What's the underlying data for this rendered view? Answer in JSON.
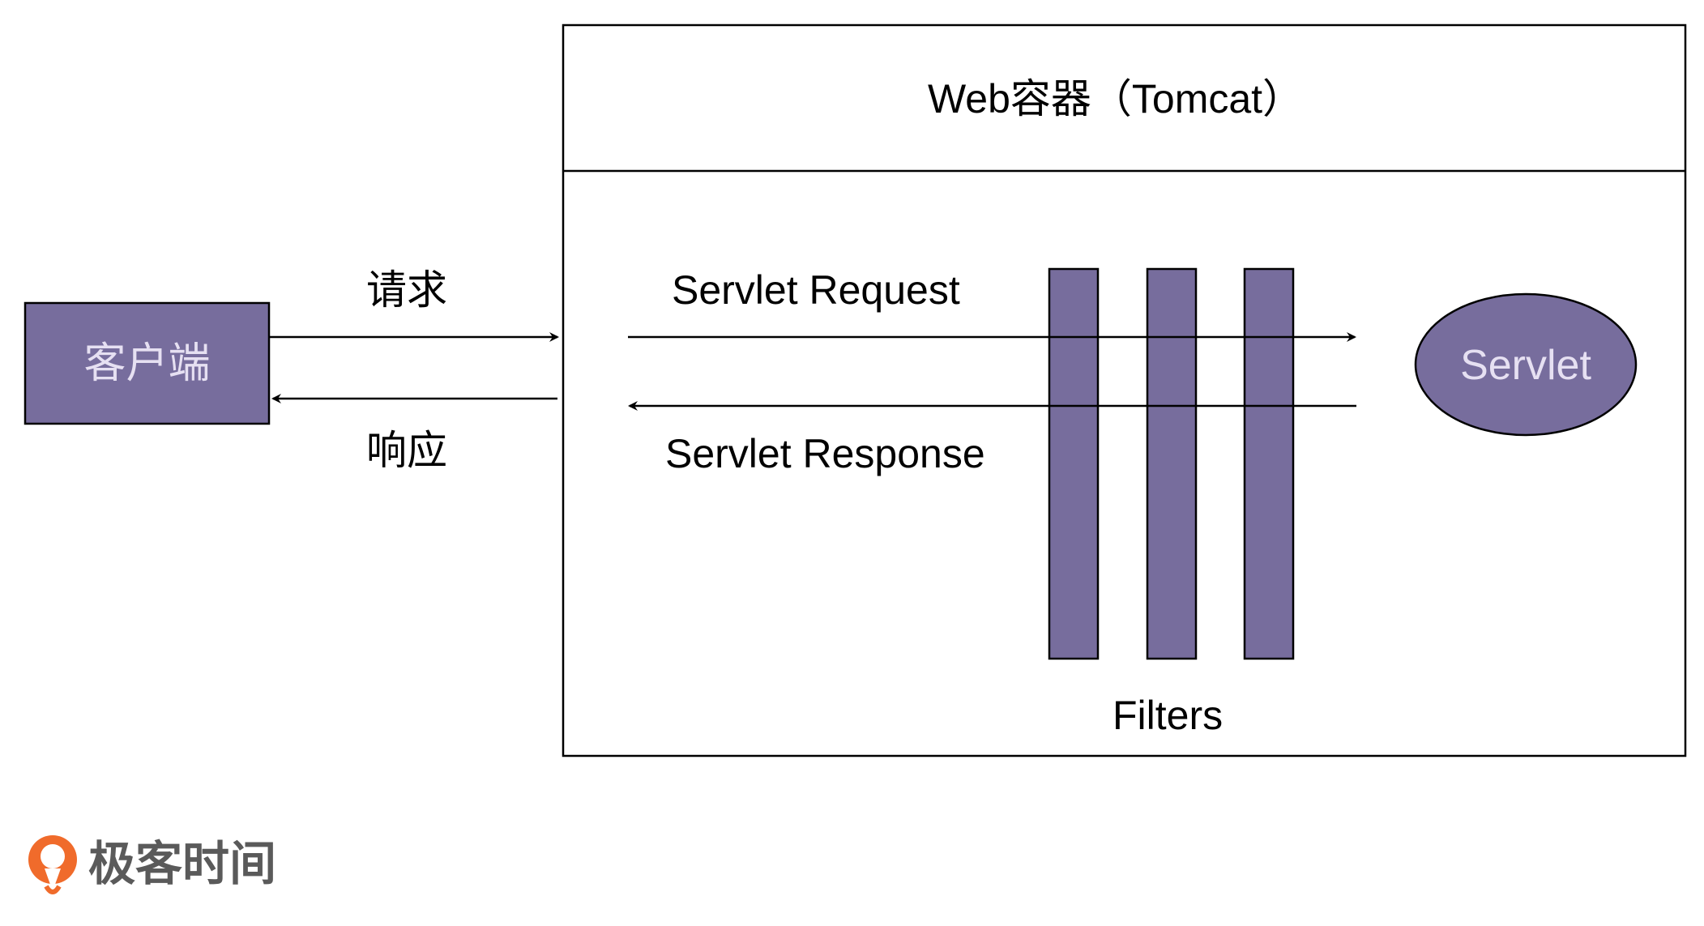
{
  "container": {
    "title": "Web容器（Tomcat）"
  },
  "client": {
    "label": "客户端"
  },
  "arrows": {
    "request_label": "请求",
    "response_label": "响应",
    "servlet_request_label": "Servlet Request",
    "servlet_response_label": "Servlet Response"
  },
  "filters": {
    "label": "Filters",
    "count": 3
  },
  "servlet": {
    "label": "Servlet"
  },
  "logo": {
    "text": "极客时间"
  },
  "colors": {
    "purple_fill": "#776d9d",
    "stroke": "#000000",
    "light_text": "#e6e0f2",
    "logo_orange": "#f06b2b",
    "logo_text": "#5a5a5a"
  }
}
